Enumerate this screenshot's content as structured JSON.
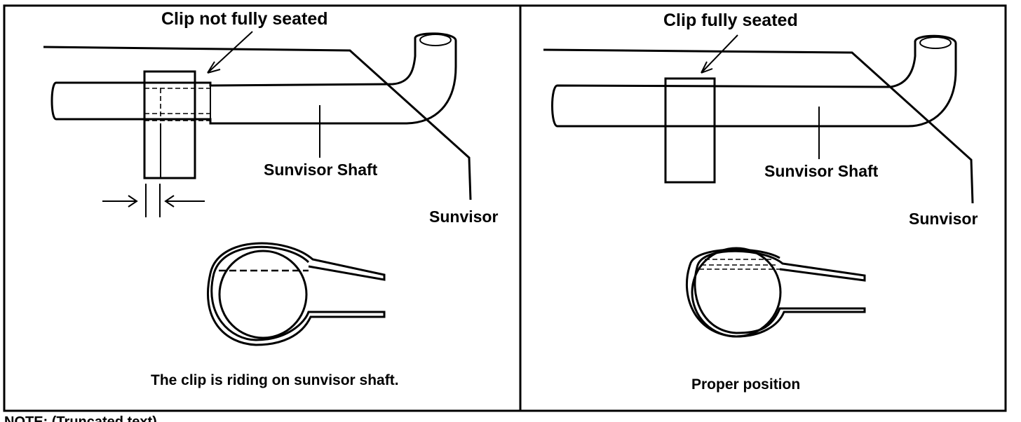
{
  "left_panel": {
    "callout": "Clip not fully seated",
    "shaft_label": "Sunvisor Shaft",
    "visor_label": "Sunvisor",
    "caption": "The clip is riding on sunvisor shaft."
  },
  "right_panel": {
    "callout": "Clip fully seated",
    "shaft_label": "Sunvisor Shaft",
    "visor_label": "Sunvisor",
    "caption": "Proper position"
  },
  "footer_note": "NOTE: (Truncated text)"
}
